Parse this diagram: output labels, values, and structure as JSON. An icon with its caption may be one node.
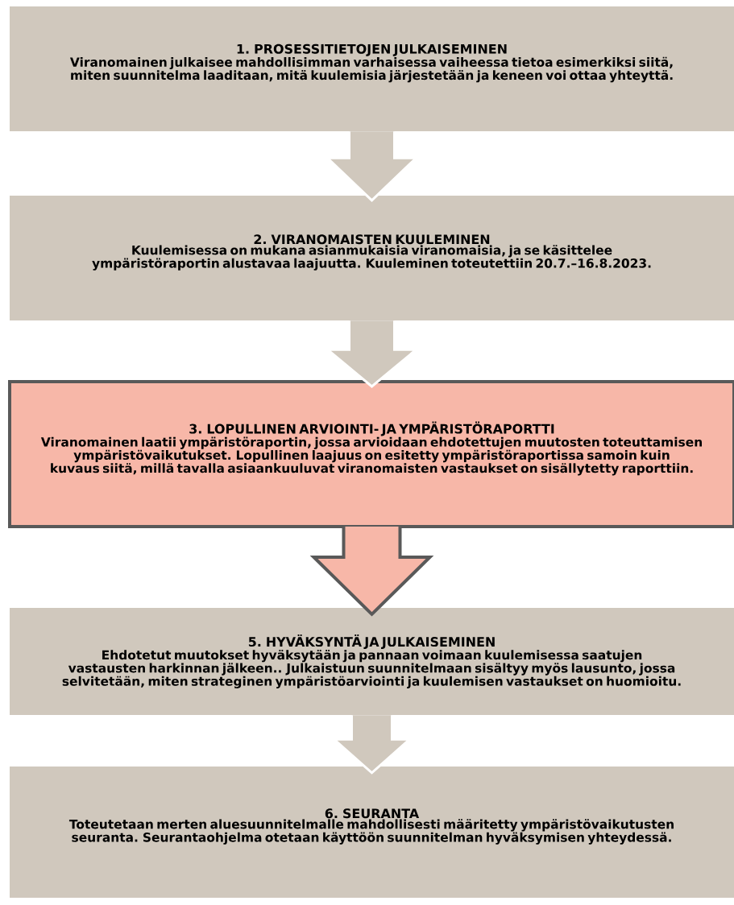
{
  "diagram": {
    "nodes": [
      {
        "text": [
          "1. PROSESSITIETOJEN JULKAISEMINEN",
          "Viranomainen julkaisee mahdollisimman varhaisessa vaiheessa tietoa esimerkiksi siitä, miten suunnitelma laaditaan, mitä kuulemisia järjestetään ja keneen voi ottaa yhteyttä."
        ]
      },
      {
        "text": [
          "2. VIRANOMAISTEN KUULEMINEN",
          "Kuulemisessa on mukana asianmukaisia viranomaisia, ja se käsittelee ympäristöraportin alustavaa laajuutta. Kuuleminen toteutettiin 20.7.–16.8.2023."
        ]
      },
      {
        "text": [
          "3. LOPULLINEN ARVIOINTI- JA YMPÄRISTÖRAPORTTI",
          "Viranomainen laatii ympäristöraportin, jossa arvioidaan ehdotettujen muutosten toteuttamisen ympäristövaikutukset. Lopullinen laajuus on esitetty ympäristöraportissa samoin kuin kuvaus siitä, millä tavalla asiaankuuluvat viranomaisten vastaukset on sisällytetty raporttiin."
        ]
      },
      {
        "text": [
          "5. HYVÄKSYNTÄ JA JULKAISEMINEN",
          "Ehdotetut muutokset hyväksytään ja pannaan voimaan kuulemisessa saatujen vastausten harkinnan jälkeen.. Julkaistuun suunnitelmaan sisältyy myös lausunto, jossa selvitetään, miten strateginen ympäristöarviointi ja kuulemisen vastaukset on huomioitu."
        ]
      },
      {
        "text": [
          "6. SEURANTA",
          "Toteutetaan merten aluesuunnitelmalle mahdollisesti määritetty ympäristövaikutusten seuranta. Seurantaohjelma otetaan käyttöön suunnitelman hyväksymisen yhteydessä."
        ]
      }
    ],
    "edges": [
      {
        "from": 0,
        "to": 1,
        "arrow": "to"
      },
      {
        "from": 1,
        "to": 2,
        "arrow": "to"
      },
      {
        "from": 2,
        "to": 3,
        "arrow": "to",
        "style": "thick",
        "color": "#f7b7a8"
      },
      {
        "from": 3,
        "to": 4,
        "arrow": "to"
      }
    ]
  }
}
